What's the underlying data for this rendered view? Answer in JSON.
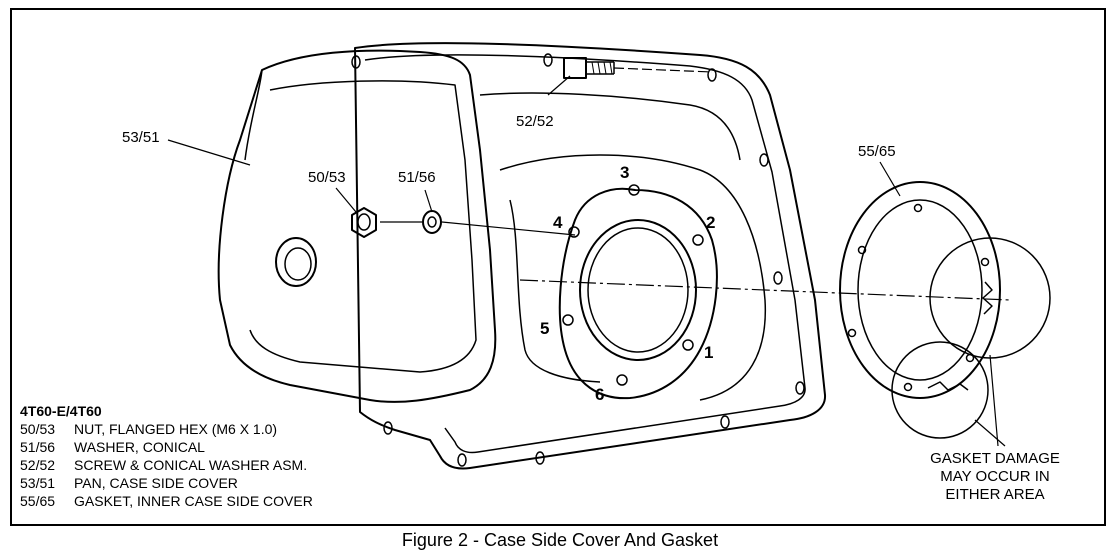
{
  "callouts": {
    "pan": "53/51",
    "nut": "50/53",
    "washer": "51/56",
    "screw": "52/52",
    "gasket": "55/65"
  },
  "sequence": [
    "1",
    "2",
    "3",
    "4",
    "5",
    "6"
  ],
  "legend": {
    "title": "4T60-E/4T60",
    "items": [
      {
        "code": "50/53",
        "desc": "NUT, FLANGED HEX (M6 X 1.0)"
      },
      {
        "code": "51/56",
        "desc": "WASHER, CONICAL"
      },
      {
        "code": "52/52",
        "desc": "SCREW & CONICAL WASHER ASM."
      },
      {
        "code": "53/51",
        "desc": "PAN, CASE SIDE COVER"
      },
      {
        "code": "55/65",
        "desc": "GASKET, INNER CASE SIDE COVER"
      }
    ]
  },
  "damage_note": [
    "GASKET DAMAGE",
    "MAY OCCUR IN",
    "EITHER AREA"
  ],
  "caption": "Figure 2 - Case Side Cover And Gasket"
}
